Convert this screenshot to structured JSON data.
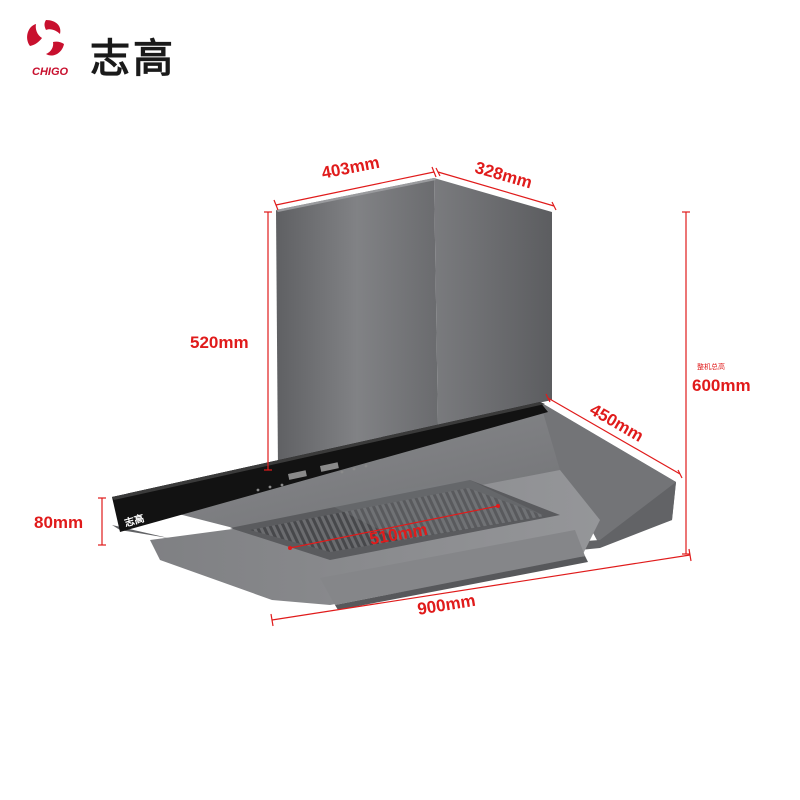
{
  "brand": {
    "name_cn": "志高",
    "name_en": "CHIGO",
    "color": "#c8102e",
    "icon": "chigo-swirl-icon"
  },
  "product": {
    "panel_logo": "志高",
    "body_color": "#6e6e70",
    "panel_color": "#121212"
  },
  "dimensions": {
    "chimney_width": "403mm",
    "chimney_depth": "328mm",
    "chimney_height": "520mm",
    "hood_depth": "450mm",
    "total_height_note": "整机总高",
    "total_height": "600mm",
    "hood_front_height": "80mm",
    "intake_width": "510mm",
    "hood_width": "900mm",
    "color": "#e01b1b"
  }
}
